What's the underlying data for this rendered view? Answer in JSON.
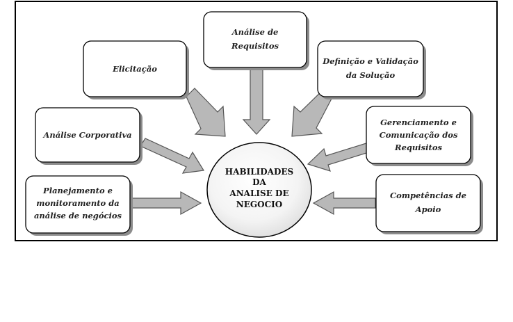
{
  "diagram": {
    "center": {
      "lines": [
        "HABILIDADES",
        "DA",
        "ANALISE DE",
        "NEGOCIO"
      ]
    },
    "nodes": [
      {
        "id": "analise-requisitos",
        "lines": [
          "Análise de",
          "Requisitos"
        ]
      },
      {
        "id": "elicitacao",
        "lines": [
          "Elicitação"
        ]
      },
      {
        "id": "definicao-validacao",
        "lines": [
          "Definição e Validação",
          "da Solução"
        ]
      },
      {
        "id": "analise-corporativa",
        "lines": [
          "Análise Corporativa"
        ]
      },
      {
        "id": "gerenciamento-comunicacao",
        "lines": [
          "Gerenciamento e",
          "Comunicação dos",
          "Requisitos"
        ]
      },
      {
        "id": "planejamento-monitoramento",
        "lines": [
          "Planejamento e",
          "monitoramento da",
          "análise de negócios"
        ]
      },
      {
        "id": "competencias-apoio",
        "lines": [
          "Competências de",
          "Apoio"
        ]
      }
    ],
    "colors": {
      "border": "#000000",
      "box_fill": "#ffffff",
      "shadow": "#8c8c8c",
      "arrow_fill": "#b8b8b8",
      "arrow_stroke": "#555555",
      "text": "#222222"
    }
  }
}
